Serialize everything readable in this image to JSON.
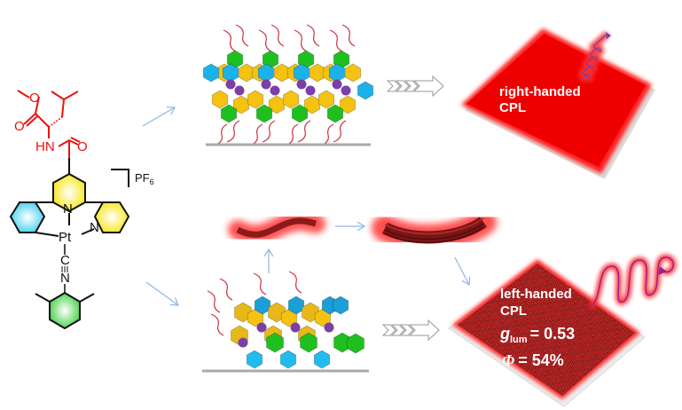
{
  "molecule": {
    "atoms": {
      "O_ester_top": "O",
      "O_ester_carbonyl": "O",
      "NH": "HN",
      "O_amide": "O",
      "N_central": "N",
      "N_pyridine": "N",
      "Pt": "Pt",
      "C_isocyanide": "C",
      "N_isocyanide": "N"
    },
    "counterion": "PF",
    "counterion_subscript": "6"
  },
  "panels": {
    "top_result": {
      "line1": "right-handed",
      "line2": "CPL"
    },
    "bottom_result": {
      "line1": "left-handed",
      "line2": "CPL",
      "g_symbol": "g",
      "g_subscript": "lum",
      "g_value": "= 0.53",
      "phi_symbol": "Φ",
      "phi_value": "= 54%"
    }
  },
  "colors": {
    "chiral_group": "#ee1111",
    "phenyl_cyan": "#33ccee",
    "pyridine_yellow": "#f5e400",
    "aryl_green": "#22cc22",
    "hex_blue": "#1ab2e8",
    "hex_gold": "#f5c211",
    "hex_green": "#1fbf1f",
    "pt_purple": "#7b3fa8",
    "cpl_red": "#ee0000",
    "fiber_dark": "#8b1a1a",
    "arrow_blue": "#8ab8e6"
  }
}
